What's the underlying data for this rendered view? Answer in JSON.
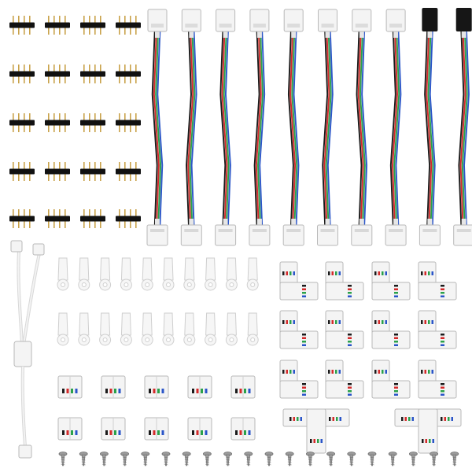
{
  "scene": {
    "background": "#ffffff",
    "wire_colors": [
      "#1a1a1a",
      "#d42a2a",
      "#2aa14a",
      "#2a55c8"
    ],
    "connector_color": "#f4f4f4",
    "connector_edge": "#b9b9b9",
    "pin_header_color": "#111111",
    "pin_color": "#c9a24a",
    "screw_color": "#9a9a9a"
  },
  "items": {
    "pin_headers": 20,
    "connector_cables_white": 8,
    "connector_cables_black": 2,
    "y_splitter_cables": 1,
    "clips": 20,
    "straight_connectors": 10,
    "l_connectors": 12,
    "t_connectors": 2,
    "screws": 20
  }
}
